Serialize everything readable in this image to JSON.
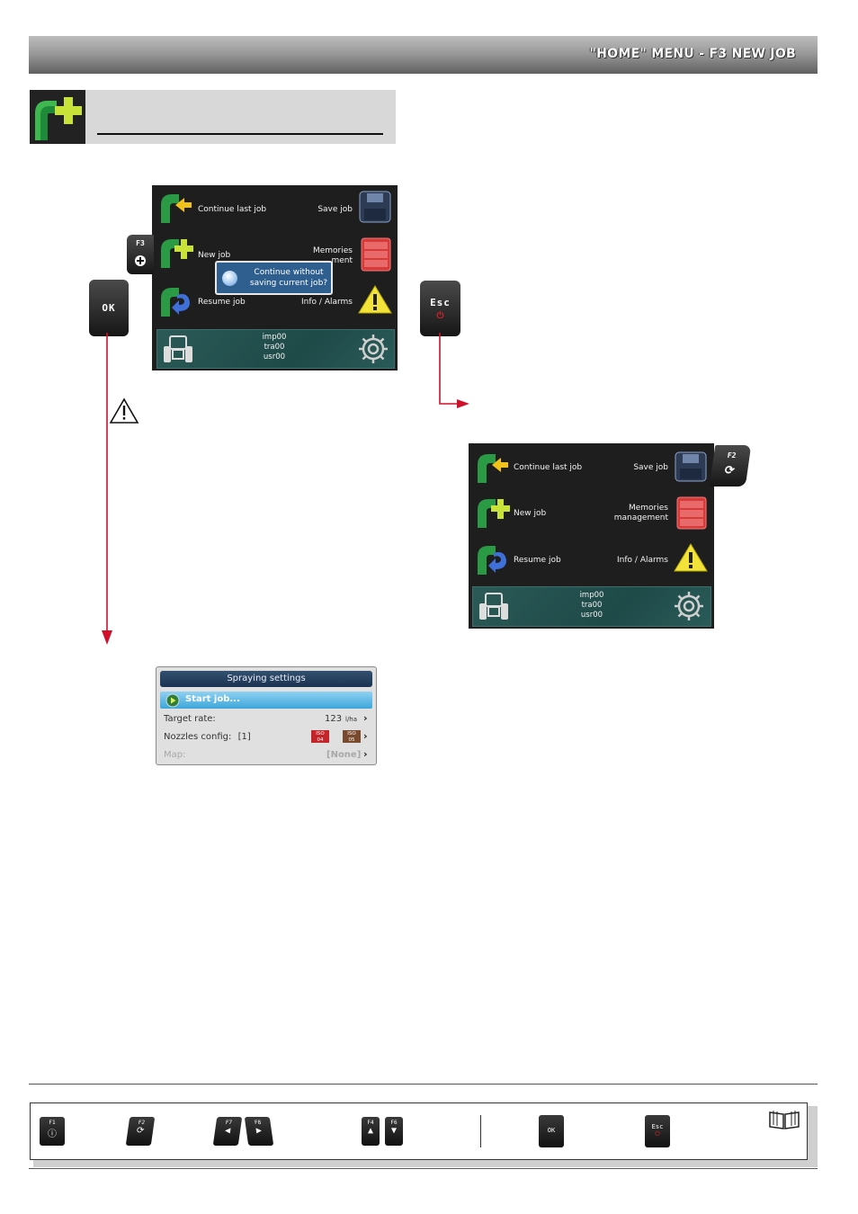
{
  "header": {
    "title": "\"HOME\" MENU - F3 NEW JOB"
  },
  "colors": {
    "accent_red": "#d0112b",
    "screen_bg": "#1e1e1e",
    "status_teal": "#2b5a57",
    "dialog_blue": "#2f5f8f"
  },
  "screen1": {
    "continue_last_job": "Continue last job",
    "save_job": "Save job",
    "new_job": "New job",
    "memories_management_line1": "Memories",
    "memories_management_line2": "ment",
    "resume_job": "Resume job",
    "info_alarms": "Info / Alarms",
    "status_lines": [
      "imp00",
      "tra00",
      "usr00"
    ],
    "dialog_line1": "Continue without",
    "dialog_line2": "saving current job?"
  },
  "screen2": {
    "continue_last_job": "Continue last job",
    "save_job": "Save job",
    "new_job": "New job",
    "memories_management_line1": "Memories",
    "memories_management_line2": "management",
    "resume_job": "Resume job",
    "info_alarms": "Info / Alarms",
    "status_lines": [
      "imp00",
      "tra00",
      "usr00"
    ]
  },
  "keys": {
    "f3": "F3",
    "ok": "OK",
    "esc": "Esc",
    "f2": "F2"
  },
  "spraying_settings": {
    "title": "Spraying settings",
    "start_job": "Start job...",
    "target_rate_label": "Target rate:",
    "target_rate_value": "123",
    "target_rate_unit": "l/ha",
    "nozzles_label": "Nozzles config:",
    "nozzles_value": "[1]",
    "iso1_line1": "ISO",
    "iso1_line2": "04",
    "iso2_line1": "ISO",
    "iso2_line2": "05",
    "map_label": "Map:",
    "map_value": "[None]"
  },
  "footer": {
    "f1": "F1",
    "f2": "F2",
    "f7": "F7",
    "f8": "F8",
    "f4": "F4",
    "f6": "F6",
    "ok": "OK",
    "esc": "Esc"
  }
}
